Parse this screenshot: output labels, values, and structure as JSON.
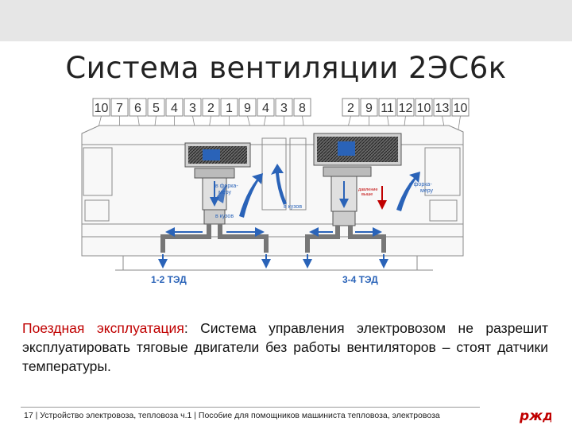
{
  "slide": {
    "title": "Система вентиляции 2ЭС6к",
    "body": {
      "label": "Поездная эксплуатация",
      "colon": ":",
      "text": " Система управления электровозом не разрешит эксплуатировать тяговые двигатели без работы вентиляторов – стоят датчики температуры."
    },
    "footer": "17 | Устройство электровоза, тепловоза ч.1 | Пособие для помощников машиниста тепловоза, электровоза",
    "logo_text": "ржд"
  },
  "diagram": {
    "callouts_left": [
      "10",
      "7",
      "6",
      "5",
      "4",
      "3",
      "2",
      "1",
      "9",
      "4",
      "3",
      "8"
    ],
    "callouts_right": [
      "2",
      "9",
      "11",
      "12",
      "10",
      "13",
      "10"
    ],
    "labels": {
      "to_chamber_left": "в форка-\nмеру",
      "to_body_left": "в кузов",
      "to_body_center": "в кузов",
      "to_chamber_right": "в форка-\nмеру",
      "pressure": "давление\nвыше",
      "motors_left": "1-2 ТЭД",
      "motors_right": "3-4 ТЭД"
    }
  },
  "colors": {
    "accent_blue": "#2a63b8",
    "alert_red": "#c00000",
    "line_gray": "#707070",
    "topbar": "#e6e6e6"
  }
}
